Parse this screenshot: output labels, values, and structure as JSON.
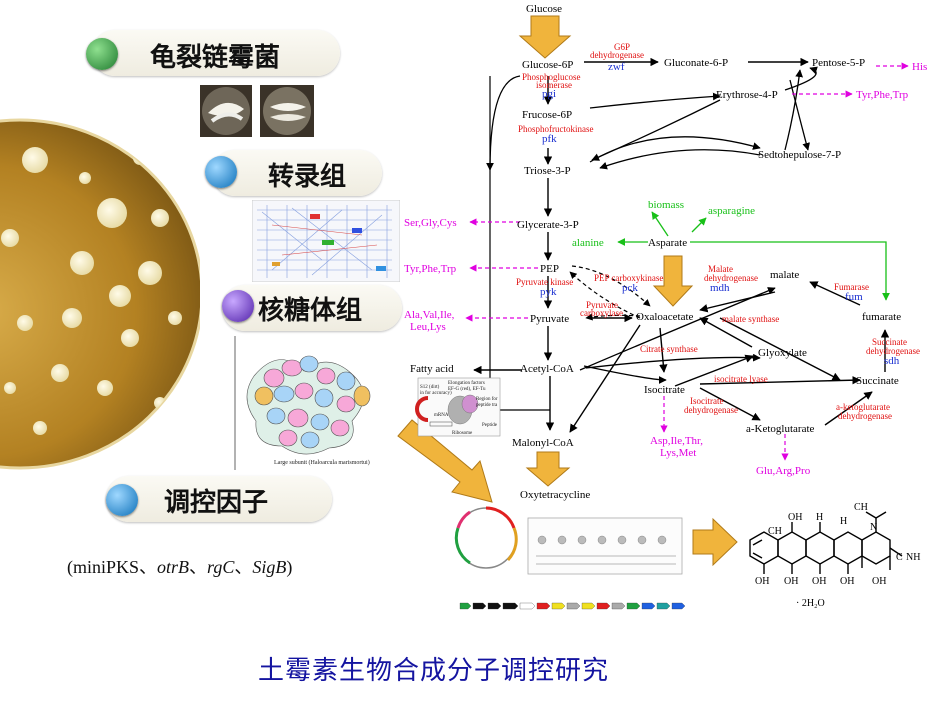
{
  "categories": {
    "strain": "龟裂链霉菌",
    "transcriptome": "转录组",
    "ribosome": "核糖体组",
    "regulators": "调控因子"
  },
  "regulator_list": {
    "open": "(miniPKS、",
    "otrB": "otrB",
    "sep1": "、",
    "rgC": "rgC",
    "sep2": "、",
    "SigB": "SigB",
    "close": ")"
  },
  "footer_title": "土霉素生物合成分子调控研究",
  "pathway": {
    "metabolites": {
      "glucose": "Glucose",
      "glucose6p": "Glucose-6P",
      "gluconate6p": "Gluconate-6-P",
      "pentose5p": "Pentose-5-P",
      "his": "His",
      "fructose6p": "Frucose-6P",
      "erythrose4p": "Erythrose-4-P",
      "tyrphetrp1": "Tyr,Phe,Trp",
      "triose3p": "Triose-3-P",
      "sedoheptulose7p": "Sedtohepulose-7-P",
      "biomass": "biomass",
      "asparagine": "asparagine",
      "sergly": "Ser,Gly,Cys",
      "glycerate3p": "Glycerate-3-P",
      "alanine": "alanine",
      "aspartate": "Asparate",
      "tyrphetrp2": "Tyr,Phe,Trp",
      "pep": "PEP",
      "malate": "malate",
      "ala_val_1": "Ala,Val,Ile,",
      "ala_val_2": "Leu,Lys",
      "pyruvate": "Pyruvate",
      "oxaloacetate": "Oxaloacetate",
      "fumarate": "fumarate",
      "fatty_acid": "Fatty acid",
      "acetylcoa": "Acetyl-CoA",
      "glyoxylate": "Glyoxylate",
      "isocitrate": "Isocitrate",
      "succinate": "Succinate",
      "aketoglutarate": "a-Ketoglutarate",
      "malonylcoa": "Malonyl-CoA",
      "asp_thr_1": "Asp,Ile,Thr,",
      "asp_thr_2": "Lys,Met",
      "glu_arg": "Glu,Arg,Pro",
      "oxytetracycline": "Oxytetracycline"
    },
    "enzymes": {
      "g6pdh_1": "G6P",
      "g6pdh_2": "dehydrogenase",
      "phosphoglucose_1": "Phosphoglucose",
      "phosphoglucose_2": "isomerase",
      "phosphofructo": "Phosphofructokinase",
      "pyruvate_kinase": "Pyruvate kinase",
      "pep_carboxykinase": "PEP carboxykinase",
      "pyruvate_carboxylase_1": "Pyruvate",
      "pyruvate_carboxylase_2": "carboxylase",
      "malate_dh_1": "Malate",
      "malate_dh_2": "dehydrogenase",
      "fumarase": "Fumarase",
      "malate_synthase": "malate synthase",
      "citrate_synthase": "Citrate synthase",
      "succinate_dh_1": "Succinate",
      "succinate_dh_2": "dehydrogenase",
      "isocitrate_lyase": "isocitrate lyase",
      "isocitrate_dh_1": "Isocitrate",
      "isocitrate_dh_2": "dehydrogenase",
      "akg_dh_1": "a-ketoglutarate",
      "akg_dh_2": "dehydrogenase"
    },
    "genes": {
      "zwf": "zwf",
      "pgi": "pgi",
      "pfk": "pfk",
      "pyk": "pyk",
      "pck": "pck",
      "mdh": "mdh",
      "fum": "fum",
      "sdh": "sdh"
    }
  },
  "ribosome_panel": {
    "elongation_1": "Elongation factors",
    "elongation_2": "EF-G (red), EF-Tu",
    "s12": "S12 (dirt)",
    "s12b": "in for accuracy)",
    "region": "Region for",
    "peptide": "peptide tra",
    "mrna": "mRNA",
    "ribosome": "Ribosome",
    "peptide2": "Peptide",
    "caption": "Large subunit (Haloarcula marismortui)"
  },
  "structure": {
    "hydrate": "· 2H₂O",
    "ch3_a": "CH",
    "ch3_b": "CH",
    "oh_1": "OH",
    "oh_2": "OH",
    "oh_3": "OH",
    "oh_4": "OH",
    "oh_5": "OH",
    "oh_6": "OH",
    "h_1": "H",
    "h_2": "H",
    "nh2": "NH",
    "n": "N",
    "c": "C"
  },
  "colors": {
    "footer": "#1414a0",
    "enzyme": "#e01010",
    "gene": "#1a2fd0",
    "amino": "#e000e0",
    "green": "#18c018",
    "arrow": "#f0b43c"
  }
}
